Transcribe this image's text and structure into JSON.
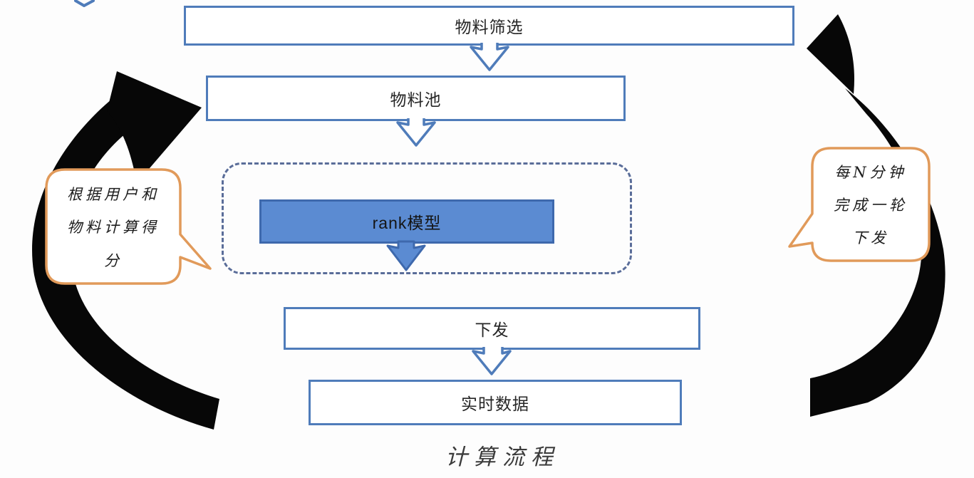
{
  "diagram": {
    "caption": "计算流程",
    "nodes": {
      "material_screening": {
        "label": "物料筛选"
      },
      "material_pool": {
        "label": "物料池"
      },
      "rank_model": {
        "label": "rank模型"
      },
      "dispatch": {
        "label": "下发"
      },
      "realtime_data": {
        "label": "实时数据"
      }
    },
    "callouts": {
      "left": {
        "lines": [
          "根据用户和",
          "物料计算得",
          "分"
        ]
      },
      "right": {
        "lines": [
          "每N分钟",
          "完成一轮",
          "下发"
        ]
      }
    },
    "colors": {
      "box_border": "#4f7cba",
      "rank_fill": "#5b8bd2",
      "rank_border": "#3e69ad",
      "dashed_border": "#5a6d99",
      "callout_border": "#e19a5a",
      "cycle_arrow": "#070707",
      "text": "#262626"
    }
  }
}
